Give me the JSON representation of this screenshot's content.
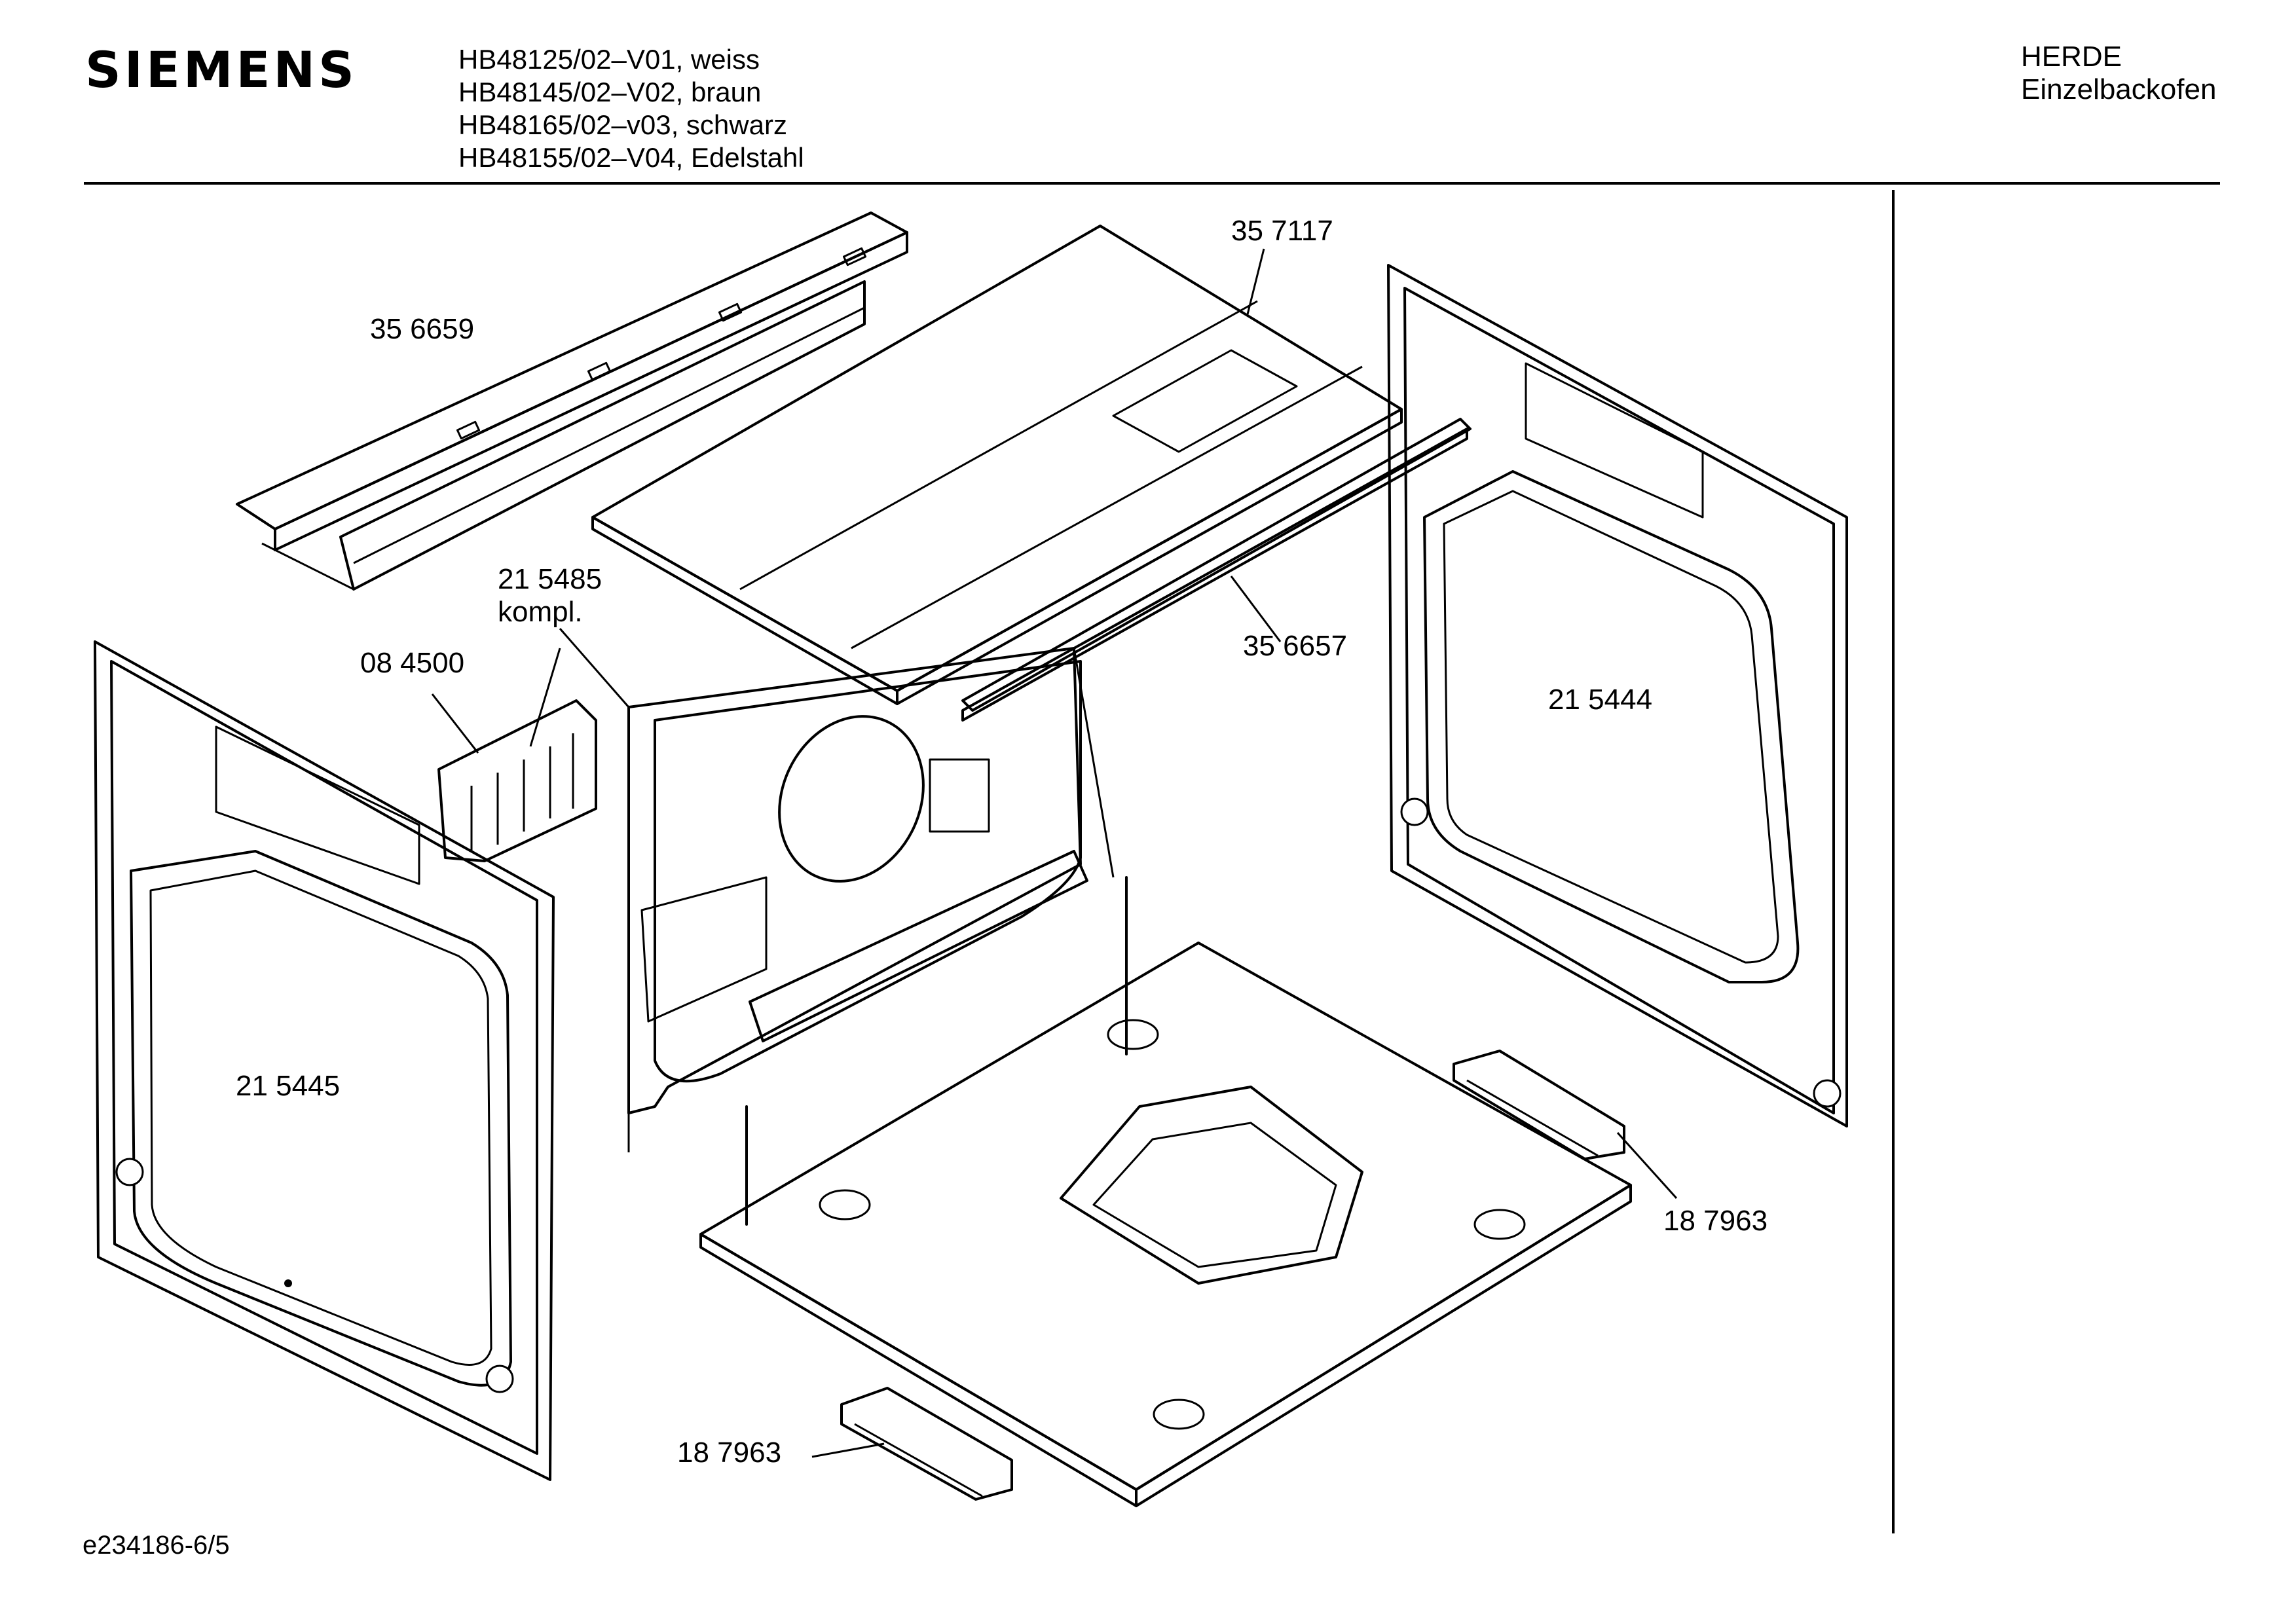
{
  "header": {
    "brand": "SIEMENS",
    "models": [
      "HB48125/02–V01, weiss",
      "HB48145/02–V02, braun",
      "HB48165/02–v03, schwarz",
      "HB48155/02–V04, Edelstahl"
    ],
    "category": "HERDE",
    "subcategory": "Einzelbackofen"
  },
  "parts": {
    "top_rail": "35 6659",
    "oven_top": "35 7117",
    "back_wall": "21 5485",
    "back_wall_note": "kompl.",
    "filter": "08 4500",
    "top_strip": "35 6657",
    "right_side": "21 5444",
    "left_side": "21 5445",
    "hinge_right": "18 7963",
    "hinge_bottom": "18 7963"
  },
  "footer": {
    "code": "e234186-6/5"
  }
}
